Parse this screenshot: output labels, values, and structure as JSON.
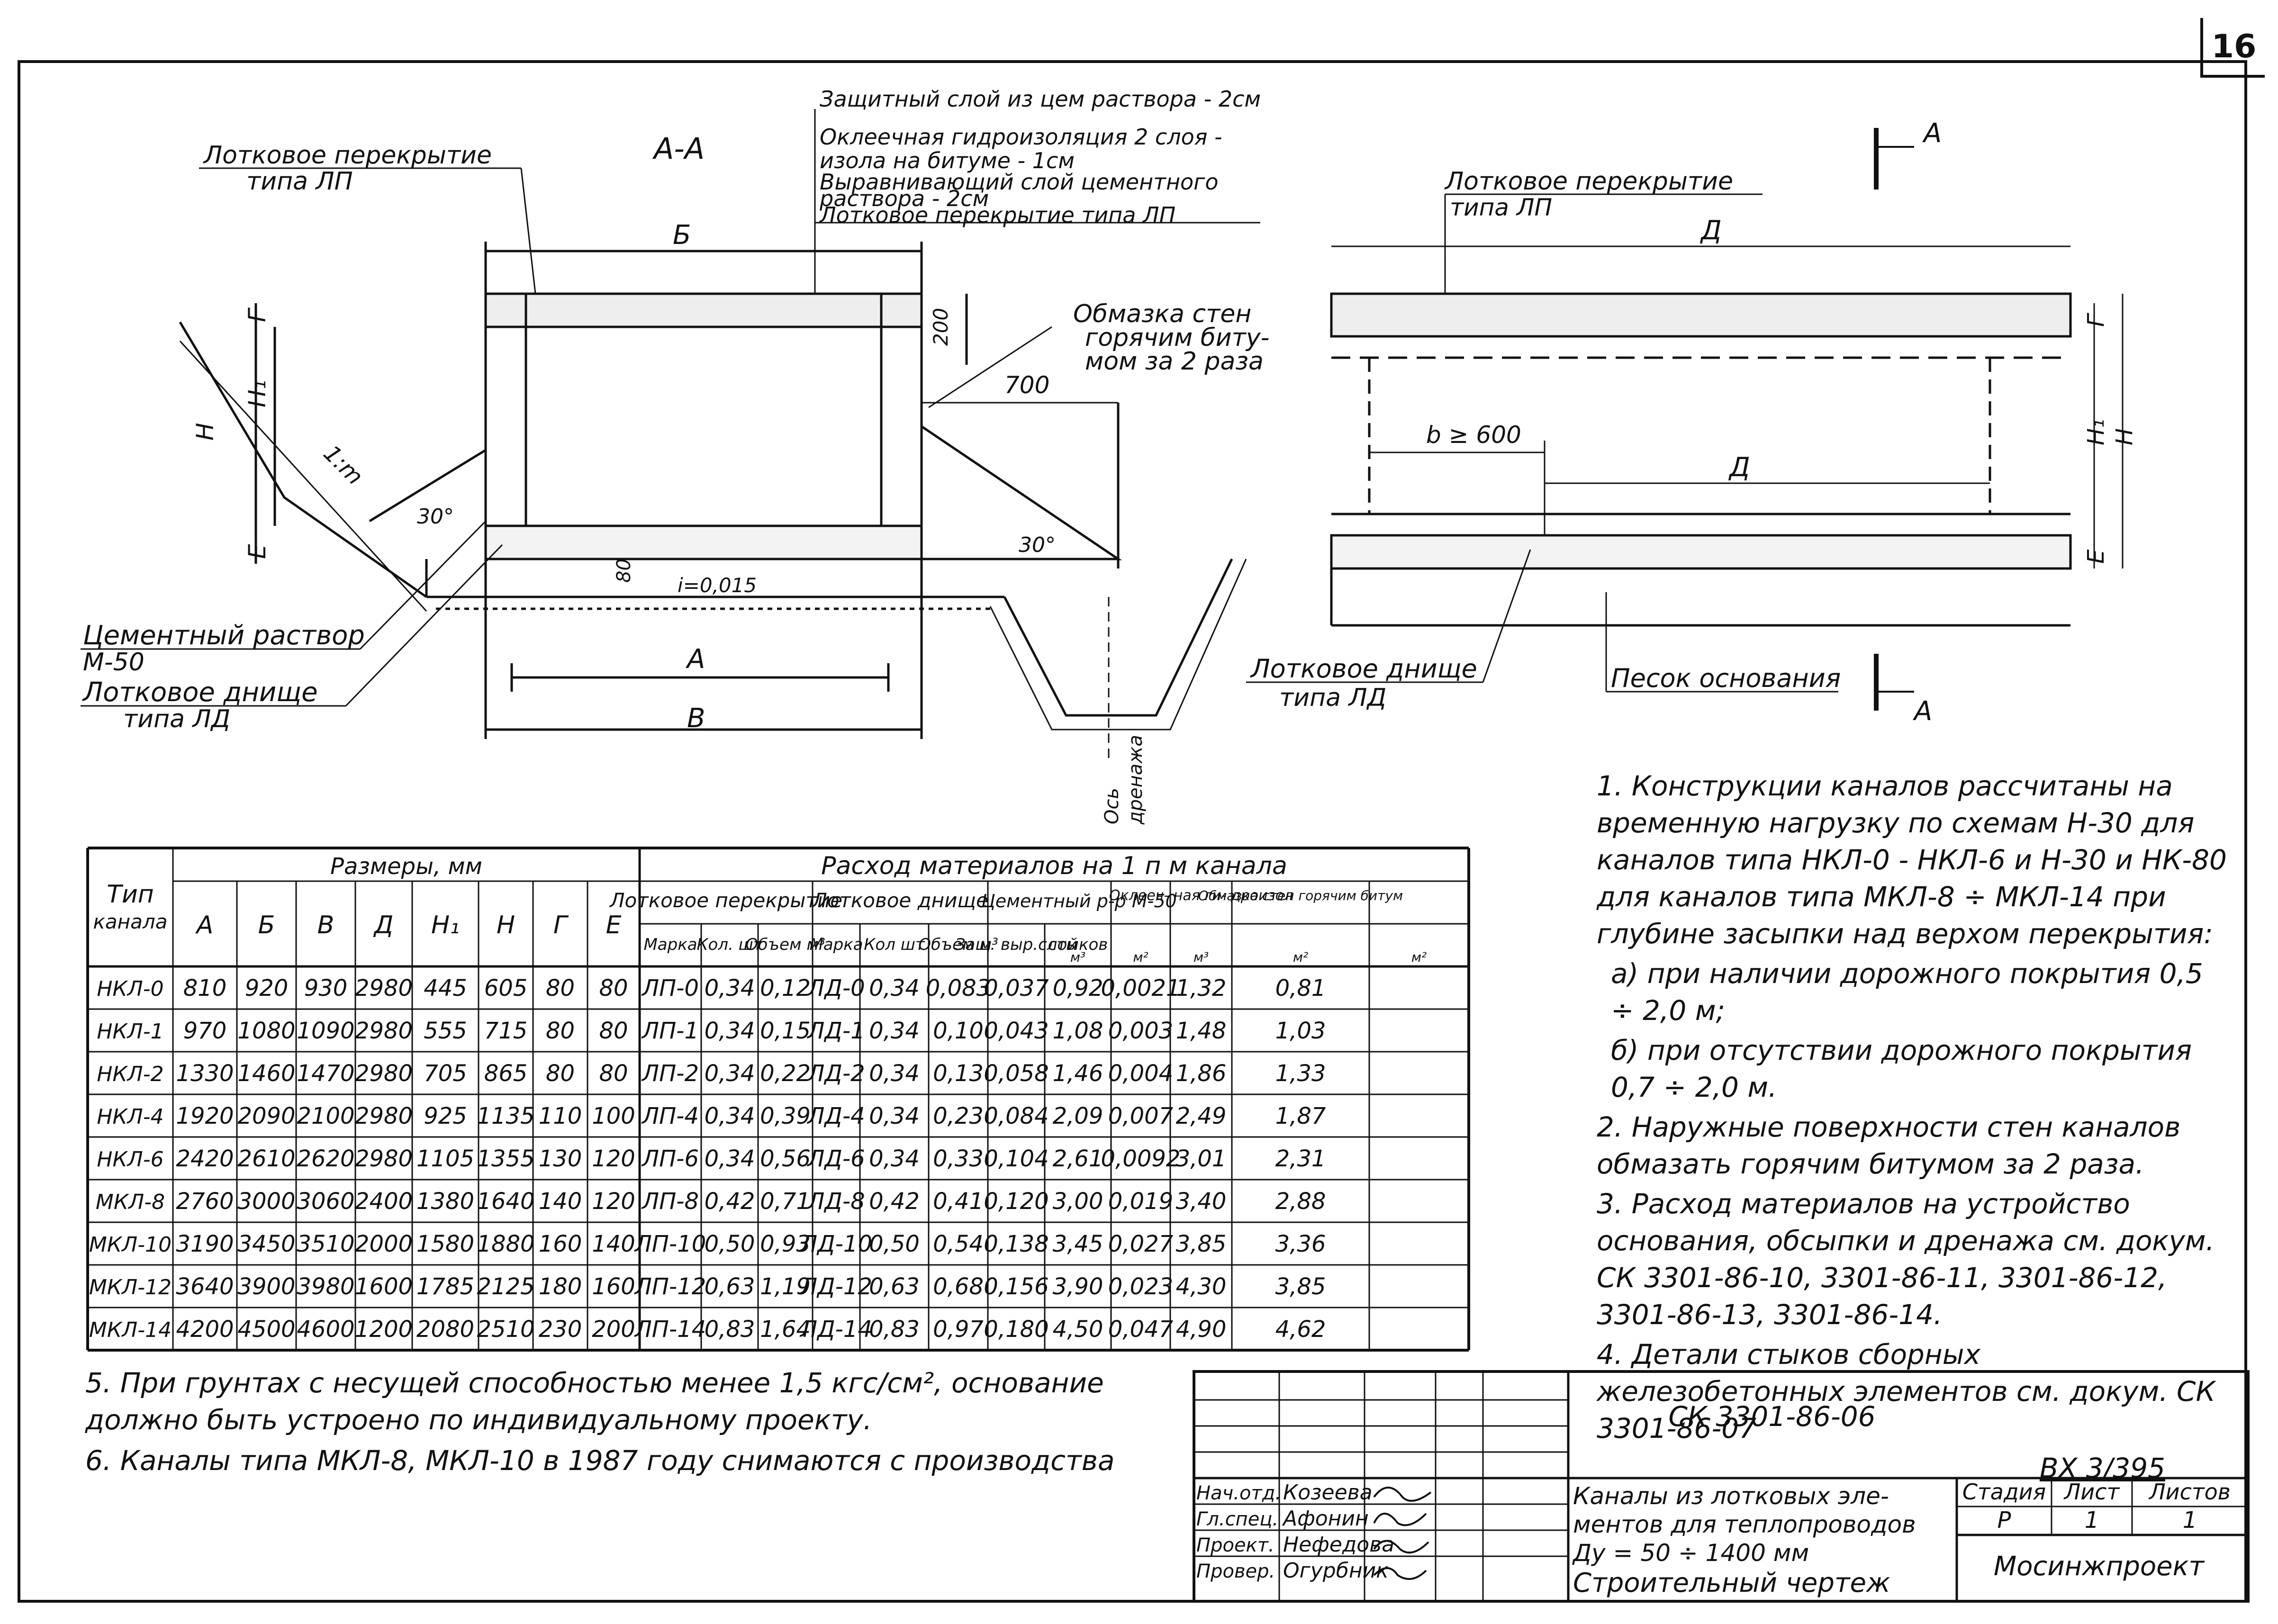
{
  "sheet_number": "16",
  "section": {
    "title": "А-А",
    "labels": {
      "roof_left": [
        "Лотковое перекрытие",
        "типа ЛП"
      ],
      "roof_right": [
        "Лотковое перекрытие",
        "типа ЛП"
      ],
      "layers": [
        "Защитный слой из цем раствора - 2см",
        "Оклеечная гидроизоляция 2 слоя -",
        "изола  на битуме - 1см",
        "Выравнивающий слой цементного",
        "раствора - 2см",
        "Лотковое перекрытие типа ЛП"
      ],
      "coating": [
        "Обмазка стен",
        "горячим биту-",
        "мом за 2 раза"
      ],
      "mortar": [
        "Цементный раствор",
        "М-50"
      ],
      "bottom_left": [
        "Лотковое днище",
        "типа ЛД"
      ],
      "bottom_right": [
        "Лотковое днище",
        "типа ЛД"
      ],
      "sand": "Песок основания",
      "drain_axis": [
        "Ось",
        "дренажа"
      ],
      "slope": "i=0,015",
      "dim_700": "700",
      "dim_200": "200",
      "dim_80": "80",
      "angle": "30°",
      "slope_m": "1:m",
      "dim_b600": "b ≥ 600",
      "A": "А",
      "B_letter": "Б",
      "V": "В",
      "D": "Д",
      "H": "Н",
      "H1": "Н₁",
      "G": "Г",
      "E": "Е",
      "cut_mark": "А"
    }
  },
  "table": {
    "group_sizes": "Размеры, мм",
    "group_materials": "Расход материалов на 1 п м канала",
    "col_type": [
      "Тип",
      "канала"
    ],
    "size_cols": [
      "А",
      "Б",
      "В",
      "Д",
      "Н₁",
      "Н",
      "Г",
      "Е"
    ],
    "sub_groups": [
      "Лотковое перекрытие",
      "Лотковое днище",
      "Цементный р-р М-50",
      "Оклееч- ная ги- дроизол",
      "Обмазка стен горячим битум"
    ],
    "sub_cols": [
      "Марка",
      "Кол. шт",
      "Объем м³",
      "Марка",
      "Кол шт",
      "Объем м³",
      "Защ. выр.слой",
      "стыков"
    ],
    "units": [
      "м³",
      "м²",
      "м³",
      "м²",
      "м²"
    ],
    "rows": [
      [
        "НКЛ-0",
        "810",
        "920",
        "930",
        "2980",
        "445",
        "605",
        "80",
        "80",
        "ЛП-0",
        "0,34",
        "0,12",
        "ЛД-0",
        "0,34",
        "0,083",
        "0,037",
        "0,92",
        "0,0021",
        "1,32",
        "0,81"
      ],
      [
        "НКЛ-1",
        "970",
        "1080",
        "1090",
        "2980",
        "555",
        "715",
        "80",
        "80",
        "ЛП-1",
        "0,34",
        "0,15",
        "ЛД-1",
        "0,34",
        "0,10",
        "0,043",
        "1,08",
        "0,003",
        "1,48",
        "1,03"
      ],
      [
        "НКЛ-2",
        "1330",
        "1460",
        "1470",
        "2980",
        "705",
        "865",
        "80",
        "80",
        "ЛП-2",
        "0,34",
        "0,22",
        "ЛД-2",
        "0,34",
        "0,13",
        "0,058",
        "1,46",
        "0,004",
        "1,86",
        "1,33"
      ],
      [
        "НКЛ-4",
        "1920",
        "2090",
        "2100",
        "2980",
        "925",
        "1135",
        "110",
        "100",
        "ЛП-4",
        "0,34",
        "0,39",
        "ЛД-4",
        "0,34",
        "0,23",
        "0,084",
        "2,09",
        "0,007",
        "2,49",
        "1,87"
      ],
      [
        "НКЛ-6",
        "2420",
        "2610",
        "2620",
        "2980",
        "1105",
        "1355",
        "130",
        "120",
        "ЛП-6",
        "0,34",
        "0,56",
        "ЛД-6",
        "0,34",
        "0,33",
        "0,104",
        "2,61",
        "0,0092",
        "3,01",
        "2,31"
      ],
      [
        "МКЛ-8",
        "2760",
        "3000",
        "3060",
        "2400",
        "1380",
        "1640",
        "140",
        "120",
        "ЛП-8",
        "0,42",
        "0,71",
        "ЛД-8",
        "0,42",
        "0,41",
        "0,120",
        "3,00",
        "0,019",
        "3,40",
        "2,88"
      ],
      [
        "МКЛ-10",
        "3190",
        "3450",
        "3510",
        "2000",
        "1580",
        "1880",
        "160",
        "140",
        "ЛП-10",
        "0,50",
        "0,93",
        "ЛД-10",
        "0,50",
        "0,54",
        "0,138",
        "3,45",
        "0,027",
        "3,85",
        "3,36"
      ],
      [
        "МКЛ-12",
        "3640",
        "3900",
        "3980",
        "1600",
        "1785",
        "2125",
        "180",
        "160",
        "ЛП-12",
        "0,63",
        "1,19",
        "ЛД-12",
        "0,63",
        "0,68",
        "0,156",
        "3,90",
        "0,023",
        "4,30",
        "3,85"
      ],
      [
        "МКЛ-14",
        "4200",
        "4500",
        "4600",
        "1200",
        "2080",
        "2510",
        "230",
        "200",
        "ЛП-14",
        "0,83",
        "1,64",
        "ЛД-14",
        "0,83",
        "0,97",
        "0,180",
        "4,50",
        "0,047",
        "4,90",
        "4,62"
      ]
    ]
  },
  "notes_right": [
    "1. Конструкции каналов рассчитаны на временную нагрузку по схемам Н-30 для каналов типа НКЛ-0 - НКЛ-6 и Н-30 и НК-80 для каналов типа МКЛ-8 ÷ МКЛ-14 при глубине засыпки над верхом перекрытия:",
    "а) при наличии дорожного покрытия 0,5 ÷ 2,0 м;",
    "б) при отсутствии дорожного покрытия 0,7 ÷ 2,0 м.",
    "2. Наружные поверхности стен каналов обмазать горячим битумом за 2 раза.",
    "3. Расход материалов на устройство основания, обсыпки и дренажа см. докум. СК 3301-86-10, 3301-86-11, 3301-86-12, 3301-86-13, 3301-86-14.",
    "4. Детали стыков сборных железобетонных элементов см. докум. СК 3301-86-07"
  ],
  "stamp_code": "ВХ 3/395",
  "notes_left": [
    "5. При грунтах с несущей способностью менее 1,5 кгс/см², основание должно быть устроено по индивидуальному проекту.",
    "6. Каналы типа МКЛ-8, МКЛ-10 в 1987 году снимаются с производства"
  ],
  "title_block": {
    "doc_code": "СК 3301-86-06",
    "roles": [
      "Нач.отд.",
      "Гл.спец.",
      "Проект.",
      "Провер."
    ],
    "names": [
      "Козеева",
      "Афонин",
      "Нефедова",
      "Огурбник"
    ],
    "title_lines": [
      "Каналы из лотковых эле-",
      "ментов для теплопроводов",
      "Ду = 50 ÷ 1400 мм",
      "Строительный чертеж"
    ],
    "stage_label": "Стадия",
    "sheet_label": "Лист",
    "sheets_label": "Листов",
    "stage": "Р",
    "sheet": "1",
    "sheets": "1",
    "org": "Мосинжпроект"
  }
}
